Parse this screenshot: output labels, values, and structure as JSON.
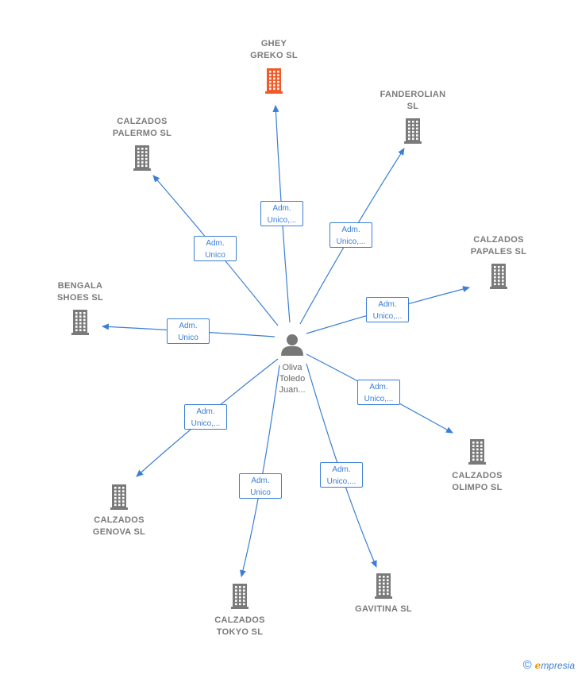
{
  "colors": {
    "edge": "#3a7fd5",
    "company": "#7a7a7a",
    "highlight": "#f05a28",
    "person": "#777777"
  },
  "center": {
    "label_lines": [
      "Oliva",
      "Toledo",
      "Juan..."
    ],
    "icon": "person-icon"
  },
  "companies": [
    {
      "id": "ghey-greko",
      "label_lines": [
        "GHEY",
        "GREKO  SL"
      ],
      "highlight": true,
      "icon": "building-icon"
    },
    {
      "id": "fanderolian",
      "label_lines": [
        "FANDEROLIAN",
        "SL"
      ],
      "highlight": false,
      "icon": "building-icon"
    },
    {
      "id": "calzados-palermo",
      "label_lines": [
        "CALZADOS",
        "PALERMO  SL"
      ],
      "highlight": false,
      "icon": "building-icon"
    },
    {
      "id": "calzados-papales",
      "label_lines": [
        "CALZADOS",
        "PAPALES  SL"
      ],
      "highlight": false,
      "icon": "building-icon"
    },
    {
      "id": "bengala-shoes",
      "label_lines": [
        "BENGALA",
        "SHOES SL"
      ],
      "highlight": false,
      "icon": "building-icon"
    },
    {
      "id": "calzados-olimpo",
      "label_lines": [
        "CALZADOS",
        "OLIMPO SL"
      ],
      "highlight": false,
      "icon": "building-icon"
    },
    {
      "id": "calzados-genova",
      "label_lines": [
        "CALZADOS",
        "GENOVA  SL"
      ],
      "highlight": false,
      "icon": "building-icon"
    },
    {
      "id": "calzados-tokyo",
      "label_lines": [
        "CALZADOS",
        "TOKYO  SL"
      ],
      "highlight": false,
      "icon": "building-icon"
    },
    {
      "id": "gavitina",
      "label_lines": [
        "GAVITINA  SL"
      ],
      "highlight": false,
      "icon": "building-icon"
    }
  ],
  "edges": [
    {
      "to": "ghey-greko",
      "label_lines": [
        "Adm.",
        "Unico,..."
      ]
    },
    {
      "to": "fanderolian",
      "label_lines": [
        "Adm.",
        "Unico,..."
      ]
    },
    {
      "to": "calzados-palermo",
      "label_lines": [
        "Adm.",
        "Unico"
      ]
    },
    {
      "to": "calzados-papales",
      "label_lines": [
        "Adm.",
        "Unico,..."
      ]
    },
    {
      "to": "bengala-shoes",
      "label_lines": [
        "Adm.",
        "Unico"
      ]
    },
    {
      "to": "calzados-olimpo",
      "label_lines": [
        "Adm.",
        "Unico,..."
      ]
    },
    {
      "to": "calzados-genova",
      "label_lines": [
        "Adm.",
        "Unico,..."
      ]
    },
    {
      "to": "calzados-tokyo",
      "label_lines": [
        "Adm.",
        "Unico"
      ]
    },
    {
      "to": "gavitina",
      "label_lines": [
        "Adm.",
        "Unico,..."
      ]
    }
  ],
  "footer": {
    "copyright": "©",
    "brand_initial": "e",
    "brand_rest": "mpresia"
  }
}
